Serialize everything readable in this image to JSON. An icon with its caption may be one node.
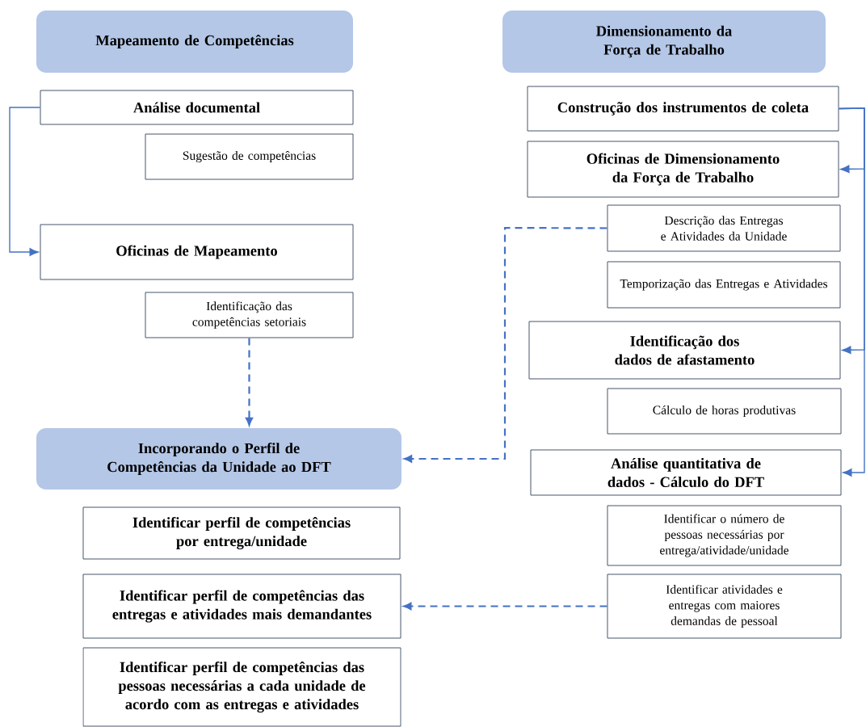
{
  "diagram": {
    "nodes": [
      {
        "text": [
          "Mapeamento de Competências"
        ]
      },
      {
        "text": [
          "Análise documental"
        ]
      },
      {
        "text": [
          "Sugestão de competências"
        ]
      },
      {
        "text": [
          "Oficinas de Mapeamento"
        ]
      },
      {
        "text": [
          "Identificação das competências setoriais"
        ]
      },
      {
        "text": [
          "Incorporando o Perfil de Competências da Unidade ao DFT"
        ]
      },
      {
        "text": [
          "Identificar perfil de competências por entrega/unidade"
        ]
      },
      {
        "text": [
          "Identificar perfil de competências das entregas e atividades mais demandantes"
        ]
      },
      {
        "text": [
          "Identificar perfil de competências das pessoas necessárias a cada unidade de acordo com as entregas e atividades"
        ]
      },
      {
        "text": [
          "Dimensionamento da Força de Trabalho"
        ]
      },
      {
        "text": [
          "Construção dos instrumentos de coleta"
        ]
      },
      {
        "text": [
          "Oficinas de Dimensionamento da Força de Trabalho"
        ]
      },
      {
        "text": [
          "Descrição das Entregas e Atividades da Unidade"
        ]
      },
      {
        "text": [
          "Temporização das Entregas e Atividades"
        ]
      },
      {
        "text": [
          "Identificação dos dados de afastamento"
        ]
      },
      {
        "text": [
          "Cálculo de horas produtivas"
        ]
      },
      {
        "text": [
          "Análise quantitativa de dados - Cálculo do DFT"
        ]
      },
      {
        "text": [
          "Identificar o número de pessoas necessárias por entrega/atividade/unidade"
        ]
      },
      {
        "text": [
          "Identificar atividades e entregas com maiores demandas de pessoal"
        ]
      }
    ],
    "edges": [
      {
        "from": 1,
        "to": 3,
        "arrow": "to"
      },
      {
        "from": 4,
        "to": 5,
        "arrow": "to",
        "style": "dashed"
      },
      {
        "from": 12,
        "to": 5,
        "arrow": "to",
        "style": "dashed"
      },
      {
        "from": 18,
        "to": 7,
        "arrow": "to",
        "style": "dashed"
      },
      {
        "from": 10,
        "to": 11,
        "arrow": "to"
      },
      {
        "from": 10,
        "to": 14,
        "arrow": "to"
      },
      {
        "from": 10,
        "to": 16,
        "arrow": "to"
      }
    ]
  }
}
